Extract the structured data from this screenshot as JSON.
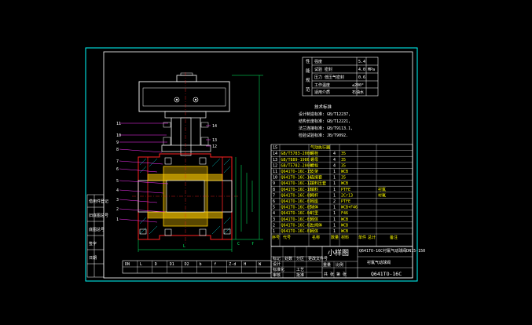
{
  "colors": {
    "background": "#000000",
    "frame": "#00ffff",
    "lines": "#ffffff",
    "body": "#ff2222",
    "coating": "#ffcc00",
    "leader": "#ff33ff",
    "dimension": "#00ff66",
    "hatch": "#00bbbb"
  },
  "params_table": {
    "row_headers": [
      "性",
      "能",
      "规",
      "范"
    ],
    "rows": [
      {
        "label": "强度",
        "value": "5.4",
        "unit": ""
      },
      {
        "label": "试验 密封",
        "value": "4.0",
        "unit": "MPa"
      },
      {
        "label": "压力 低压气密封",
        "value": "0.6",
        "unit": ""
      },
      {
        "label": "工作温度",
        "value": "≤200°",
        "unit": ""
      },
      {
        "label": "适用介质",
        "value": "石油水",
        "unit": ""
      }
    ]
  },
  "tech_requirements": {
    "title": "技术标准",
    "lines": [
      "设计制造标准: GB/T12237,",
      "结构长度标准: GB/T12221,",
      "法兰连接标准: GB/T9113.1,",
      "检验试验标准: JB/T9092."
    ]
  },
  "parts_list": {
    "rows": [
      {
        "no": "15",
        "code": "",
        "name": "气动执行器",
        "qty": "",
        "material": "",
        "note": ""
      },
      {
        "no": "14",
        "code": "GB/T5783-2000",
        "name": "螺栓",
        "qty": "4",
        "material": "35",
        "note": ""
      },
      {
        "no": "13",
        "code": "GB/T889-1986",
        "name": "螺母",
        "qty": "4",
        "material": "35",
        "note": ""
      },
      {
        "no": "12",
        "code": "GB/T5782-2000",
        "name": "螺栓",
        "qty": "4",
        "material": "35",
        "note": ""
      },
      {
        "no": "11",
        "code": "Q641TO-16C-15",
        "name": "支架",
        "qty": "1",
        "material": "WCB",
        "note": ""
      },
      {
        "no": "10",
        "code": "Q641TO-16C-14",
        "name": "连接套",
        "qty": "1",
        "material": "35",
        "note": ""
      },
      {
        "no": "9",
        "code": "Q641TO-16C-12",
        "name": "填料压套",
        "qty": "1",
        "material": "WCB",
        "note": ""
      },
      {
        "no": "8",
        "code": "Q641TO-16C-10",
        "name": "填料",
        "qty": "1",
        "material": "PTFE",
        "note": "衬氟"
      },
      {
        "no": "7",
        "code": "Q641TO-16C-09",
        "name": "阀杆",
        "qty": "1",
        "material": "2Cr13",
        "note": "衬氟"
      },
      {
        "no": "6",
        "code": "Q641TO-16C-07",
        "name": "阀座",
        "qty": "2",
        "material": "PTFE",
        "note": ""
      },
      {
        "no": "5",
        "code": "Q641TO-16C-05",
        "name": "球体",
        "qty": "1",
        "material": "WCB+F46",
        "note": ""
      },
      {
        "no": "4",
        "code": "Q641TO-16C-04",
        "name": "衬里",
        "qty": "1",
        "material": "F46",
        "note": ""
      },
      {
        "no": "3",
        "code": "Q641TO-16C-03",
        "name": "阀体",
        "qty": "1",
        "material": "WCB",
        "note": ""
      },
      {
        "no": "2",
        "code": "Q641TO-16C-02",
        "name": "左阀体",
        "qty": "1",
        "material": "WCB",
        "note": ""
      },
      {
        "no": "1",
        "code": "Q641TO-16C-01",
        "name": "阀体",
        "qty": "1",
        "material": "WCB",
        "note": ""
      }
    ],
    "headers": [
      "序号",
      "代号",
      "名称",
      "数量",
      "材料",
      "单件",
      "总计",
      "备注"
    ]
  },
  "title_block": {
    "drawing_name": "小样图",
    "product_name": "Q641TO-16C",
    "desc": "衬氟气动球阀",
    "subtitle": "Q641TO-16C衬氟气动球阀DN15-150",
    "fields": [
      "标记",
      "处数",
      "分区",
      "更改文件号",
      "签名",
      "年月日"
    ],
    "fields2": [
      "设计",
      "标准化",
      "审核",
      "工艺",
      "批准"
    ],
    "weight_label": "重量",
    "scale_label": "比例",
    "sheet_label": "共 张 第 张"
  },
  "dim_table": {
    "headers": [
      "DN",
      "L",
      "D",
      "D1",
      "D2",
      "b",
      "f",
      "Z-d",
      "H",
      "W"
    ]
  },
  "left_strip": {
    "labels": [
      "借用件登记",
      "旧底图总号",
      "底图总号",
      "签字",
      "日期"
    ]
  },
  "balloons": {
    "left": [
      "11",
      "10",
      "9",
      "8",
      "7",
      "6",
      "5",
      "4",
      "3",
      "2",
      "1"
    ],
    "right": [
      "14",
      "13",
      "12"
    ]
  },
  "dimension_labels": {
    "length": "L",
    "c": "C",
    "f": "f"
  }
}
